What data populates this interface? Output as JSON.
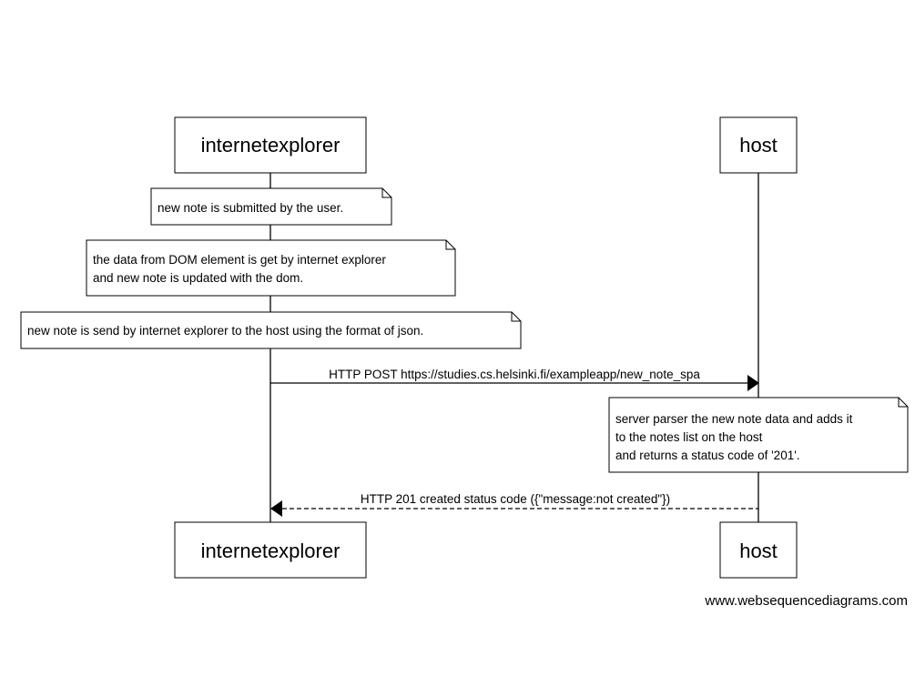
{
  "participants": {
    "left": "internetexplorer",
    "right": "host"
  },
  "notes": {
    "n1": [
      "new note is submitted by the user."
    ],
    "n2": [
      "the data from DOM element is get by internet explorer",
      "and new note is updated with the dom."
    ],
    "n3": [
      "new note is send by internet explorer to the host  using the format of json."
    ],
    "n4": [
      "server parser the new note data and adds it",
      "to the notes list on the host",
      "and returns a status code of '201'."
    ]
  },
  "messages": {
    "post": "HTTP POST https://studies.cs.helsinki.fi/exampleapp/new_note_spa",
    "response": "HTTP 201 created status code ({\"message:not created\"})"
  },
  "watermark": "www.websequencediagrams.com"
}
